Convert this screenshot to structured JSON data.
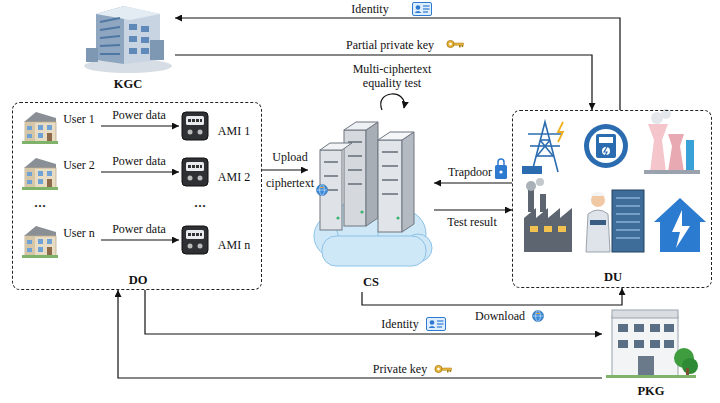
{
  "diagram": {
    "nodes": [
      {
        "text": [
          "KGC"
        ]
      },
      {
        "text": [
          "DO"
        ]
      },
      {
        "text": [
          "User 1"
        ],
        "in": 1
      },
      {
        "text": [
          "AMI 1"
        ],
        "in": 1
      },
      {
        "text": [
          "User 2"
        ],
        "in": 1
      },
      {
        "text": [
          "AMI 2"
        ],
        "in": 1
      },
      {
        "text": [
          "User n"
        ],
        "in": 1
      },
      {
        "text": [
          "AMI n"
        ],
        "in": 1
      },
      {
        "text": [
          "CS"
        ]
      },
      {
        "text": [
          "DU"
        ]
      },
      {
        "text": [
          "PKG"
        ]
      }
    ],
    "edges": [
      {
        "from": 2,
        "to": 3,
        "label": "Power data",
        "arrow": "to"
      },
      {
        "from": 4,
        "to": 5,
        "label": "Power data",
        "arrow": "to"
      },
      {
        "from": 6,
        "to": 7,
        "label": "Power data",
        "arrow": "to"
      },
      {
        "from": 1,
        "to": 8,
        "label": "Upload ciphertext",
        "arrow": "to"
      },
      {
        "from": 9,
        "to": 0,
        "label": "Identity",
        "arrow": "to"
      },
      {
        "from": 0,
        "to": 9,
        "label": "Partial private key",
        "arrow": "to"
      },
      {
        "from": 9,
        "to": 8,
        "label": "Trapdoor",
        "arrow": "to"
      },
      {
        "from": 8,
        "to": 9,
        "label": "Test result",
        "arrow": "to"
      },
      {
        "from": 8,
        "to": 9,
        "label": "Download",
        "arrow": "to"
      },
      {
        "from": 1,
        "to": 10,
        "label": "Identity",
        "arrow": "to"
      },
      {
        "from": 10,
        "to": 1,
        "label": "Private key",
        "arrow": "to"
      }
    ],
    "labels": [
      "Multi-ciphertext equality test",
      "···",
      "···"
    ]
  }
}
